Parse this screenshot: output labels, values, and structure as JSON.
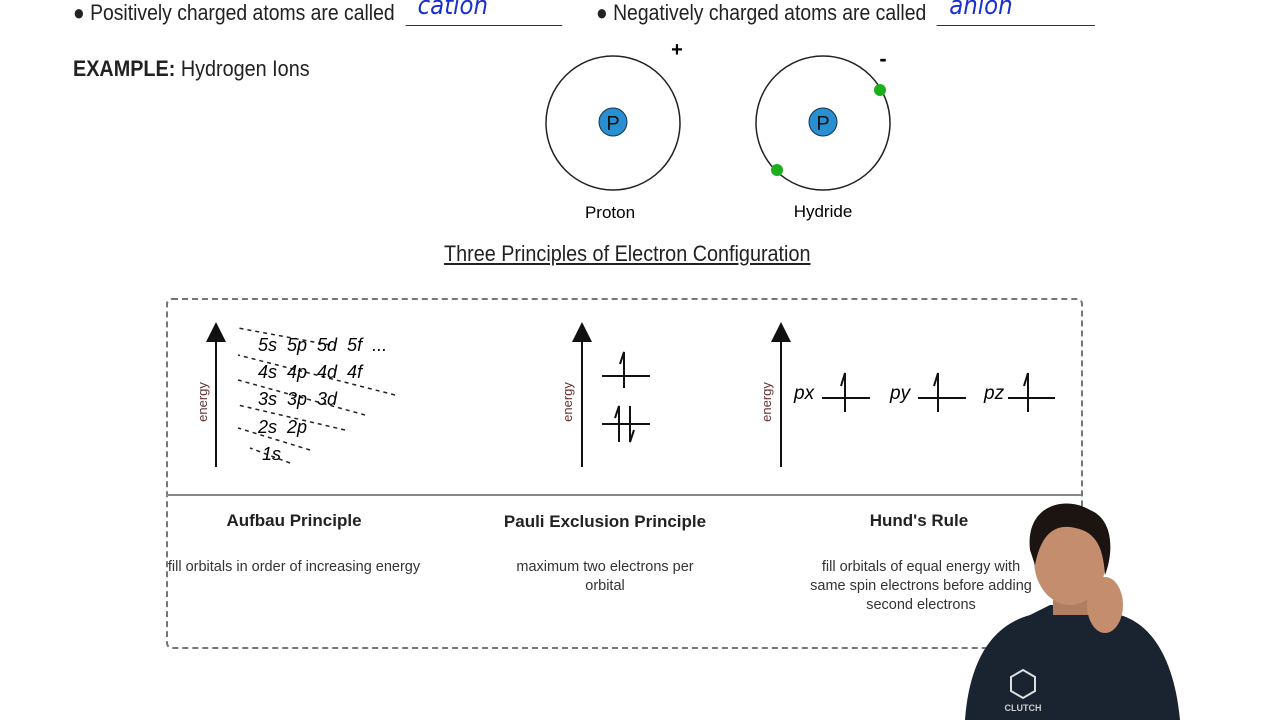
{
  "header": {
    "positive_prompt": "● Positively charged atoms are called",
    "positive_answer": "cation",
    "negative_prompt": "● Negatively charged atoms are called",
    "negative_answer": "anion"
  },
  "example": {
    "label": "EXAMPLE:",
    "text": "Hydrogen Ions"
  },
  "atoms": [
    {
      "name": "Proton",
      "nucleus": "P",
      "charge": "+",
      "electrons": 0
    },
    {
      "name": "Hydride",
      "nucleus": "P",
      "charge": "-",
      "electrons": 2
    }
  ],
  "colors": {
    "nucleus": "#2a8fd0",
    "electron": "#1cae1c",
    "handwriting": "#1a2fd0"
  },
  "section_title": "Three Principles of Electron Configuration",
  "aufbau": {
    "axis": "energy",
    "rows": [
      "5s  5p  5d  5f  ...",
      "4s  4p  4d  4f",
      "3s  3p  3d",
      "2s  2p",
      "1s"
    ]
  },
  "pauli": {
    "axis": "energy"
  },
  "hund": {
    "axis": "energy",
    "orbitals": [
      "px",
      "py",
      "pz"
    ]
  },
  "principles": [
    {
      "title": "Aufbau Principle",
      "description": "fill orbitals in order of increasing energy"
    },
    {
      "title": "Pauli Exclusion Principle",
      "description": "maximum two electrons per orbital"
    },
    {
      "title": "Hund's Rule",
      "description": "fill orbitals of equal energy with same spin electrons before adding second electrons"
    }
  ],
  "presenter": {
    "logo_text": "CLUTCH"
  }
}
